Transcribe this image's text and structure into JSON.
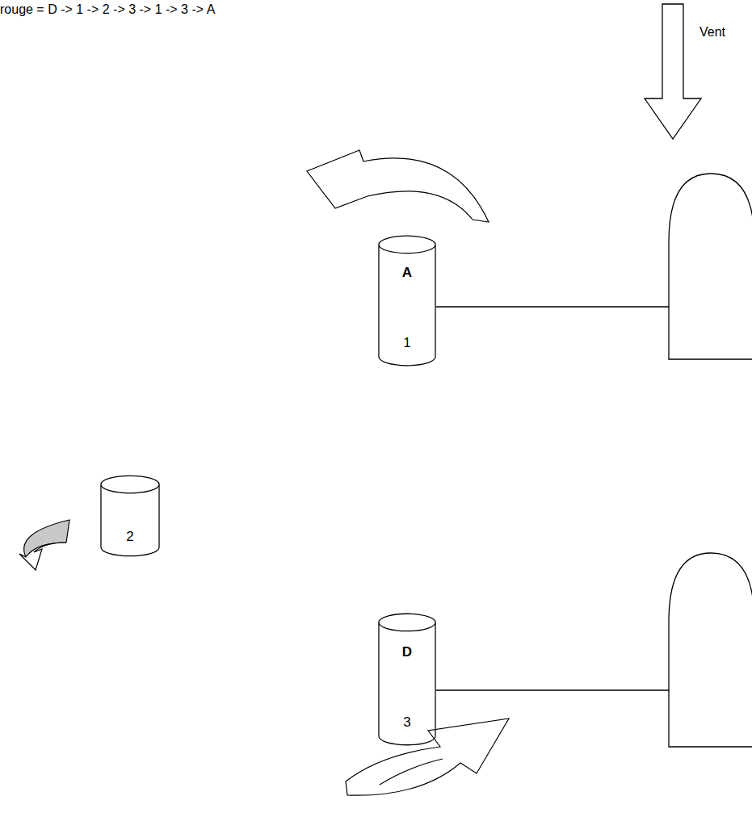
{
  "diagram": {
    "nodes": [
      {
        "text": [
          "A",
          "1"
        ]
      },
      {
        "text": [
          "2"
        ]
      },
      {
        "text": [
          "D",
          "3"
        ]
      }
    ],
    "edges": [],
    "labels": [
      "rouge = D -> 1 -> 2 -> 3 -> 1 -> 3 -> A",
      "Vent"
    ]
  }
}
